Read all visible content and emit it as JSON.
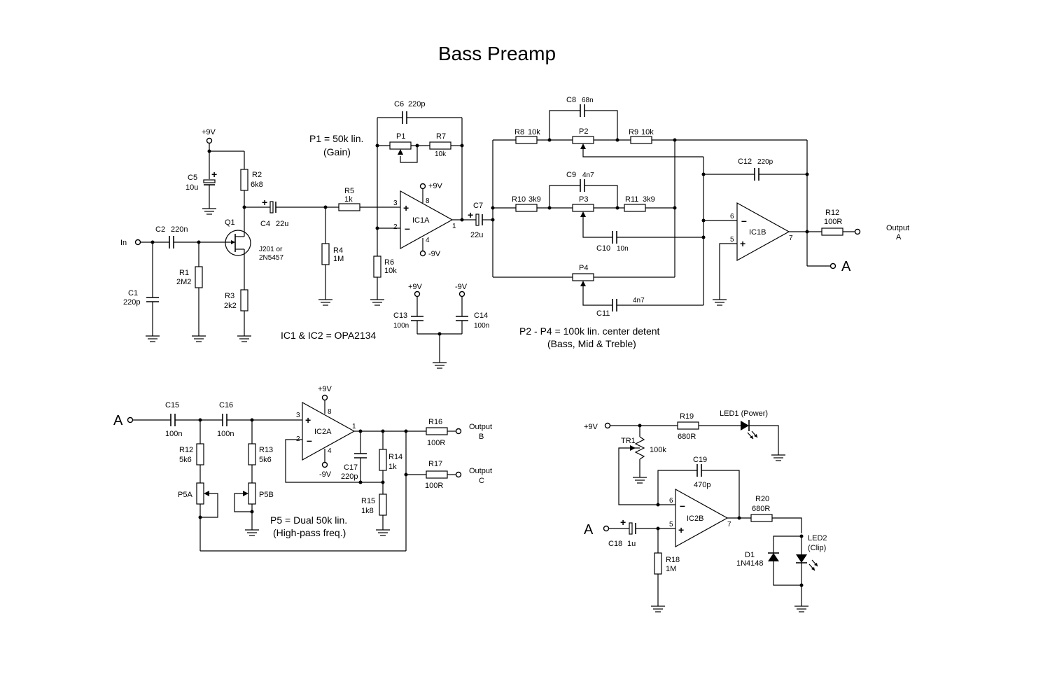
{
  "title": "Bass Preamp",
  "notes": {
    "p1": "P1 = 50k lin.",
    "p1_sub": "(Gain)",
    "ic": "IC1 & IC2 = OPA2134",
    "p2p4": "P2 - P4 = 100k lin. center detent",
    "p2p4_sub": "(Bass, Mid & Treble)",
    "p5": "P5 = Dual 50k lin.",
    "p5_sub": "(High-pass freq.)"
  },
  "rails": {
    "pos": "+9V",
    "neg": "-9V"
  },
  "ports": {
    "input": "In",
    "out_a": "Output",
    "out_a_sub": "A",
    "out_b": "Output",
    "out_b_sub": "B",
    "out_c": "Output",
    "out_c_sub": "C",
    "node_a": "A"
  },
  "components": {
    "C1": {
      "ref": "C1",
      "value": "220p"
    },
    "C2": {
      "ref": "C2",
      "value": "220n"
    },
    "C4": {
      "ref": "C4",
      "value": "22u"
    },
    "C5": {
      "ref": "C5",
      "value": "10u"
    },
    "C6": {
      "ref": "C6",
      "value": "220p"
    },
    "C7": {
      "ref": "C7",
      "value": "22u"
    },
    "C8": {
      "ref": "C8",
      "value": "68n"
    },
    "C9": {
      "ref": "C9",
      "value": "4n7"
    },
    "C10": {
      "ref": "C10",
      "value": "10n"
    },
    "C11": {
      "ref": "C11",
      "value": "4n7"
    },
    "C12": {
      "ref": "C12",
      "value": "220p"
    },
    "C13": {
      "ref": "C13",
      "value": "100n"
    },
    "C14": {
      "ref": "C14",
      "value": "100n"
    },
    "C15": {
      "ref": "C15",
      "value": "100n"
    },
    "C16": {
      "ref": "C16",
      "value": "100n"
    },
    "C17": {
      "ref": "C17",
      "value": "220p"
    },
    "C18": {
      "ref": "C18",
      "value": "1u"
    },
    "C19": {
      "ref": "C19",
      "value": "470p"
    },
    "R1": {
      "ref": "R1",
      "value": "2M2"
    },
    "R2": {
      "ref": "R2",
      "value": "6k8"
    },
    "R3": {
      "ref": "R3",
      "value": "2k2"
    },
    "R4": {
      "ref": "R4",
      "value": "1M"
    },
    "R5": {
      "ref": "R5",
      "value": "1k"
    },
    "R6": {
      "ref": "R6",
      "value": "10k"
    },
    "R7": {
      "ref": "R7",
      "value": "10k"
    },
    "R8": {
      "ref": "R8",
      "value": "10k"
    },
    "R9": {
      "ref": "R9",
      "value": "10k"
    },
    "R10": {
      "ref": "R10",
      "value": "3k9"
    },
    "R11": {
      "ref": "R11",
      "value": "3k9"
    },
    "R12": {
      "ref": "R12",
      "value": "100R"
    },
    "R12b": {
      "ref": "R12",
      "value": "5k6"
    },
    "R13": {
      "ref": "R13",
      "value": "5k6"
    },
    "R14": {
      "ref": "R14",
      "value": "1k"
    },
    "R15": {
      "ref": "R15",
      "value": "1k8"
    },
    "R16": {
      "ref": "R16",
      "value": "100R"
    },
    "R17": {
      "ref": "R17",
      "value": "100R"
    },
    "R18": {
      "ref": "R18",
      "value": "1M"
    },
    "R19": {
      "ref": "R19",
      "value": "680R"
    },
    "R20": {
      "ref": "R20",
      "value": "680R"
    },
    "P1": {
      "ref": "P1"
    },
    "P2": {
      "ref": "P2"
    },
    "P3": {
      "ref": "P3"
    },
    "P4": {
      "ref": "P4"
    },
    "P5A": {
      "ref": "P5A"
    },
    "P5B": {
      "ref": "P5B"
    },
    "TR1": {
      "ref": "TR1",
      "value": "100k"
    },
    "Q1": {
      "ref": "Q1",
      "value": "J201 or",
      "value2": "2N5457"
    },
    "IC1A": {
      "ref": "IC1A"
    },
    "IC1B": {
      "ref": "IC1B"
    },
    "IC2A": {
      "ref": "IC2A"
    },
    "IC2B": {
      "ref": "IC2B"
    },
    "D1": {
      "ref": "D1",
      "value": "1N4148"
    },
    "LED1": {
      "ref": "LED1 (Power)"
    },
    "LED2": {
      "ref": "LED2",
      "value": "(Clip)"
    }
  },
  "pins": {
    "IC1A": {
      "in_pos": "3",
      "in_neg": "2",
      "out": "1",
      "vpos": "8",
      "vneg": "4"
    },
    "IC1B": {
      "in_neg": "6",
      "in_pos": "5",
      "out": "7"
    },
    "IC2A": {
      "in_pos": "3",
      "in_neg": "2",
      "out": "1",
      "vpos": "8",
      "vneg": "4"
    },
    "IC2B": {
      "in_neg": "6",
      "in_pos": "5",
      "out": "7"
    }
  }
}
